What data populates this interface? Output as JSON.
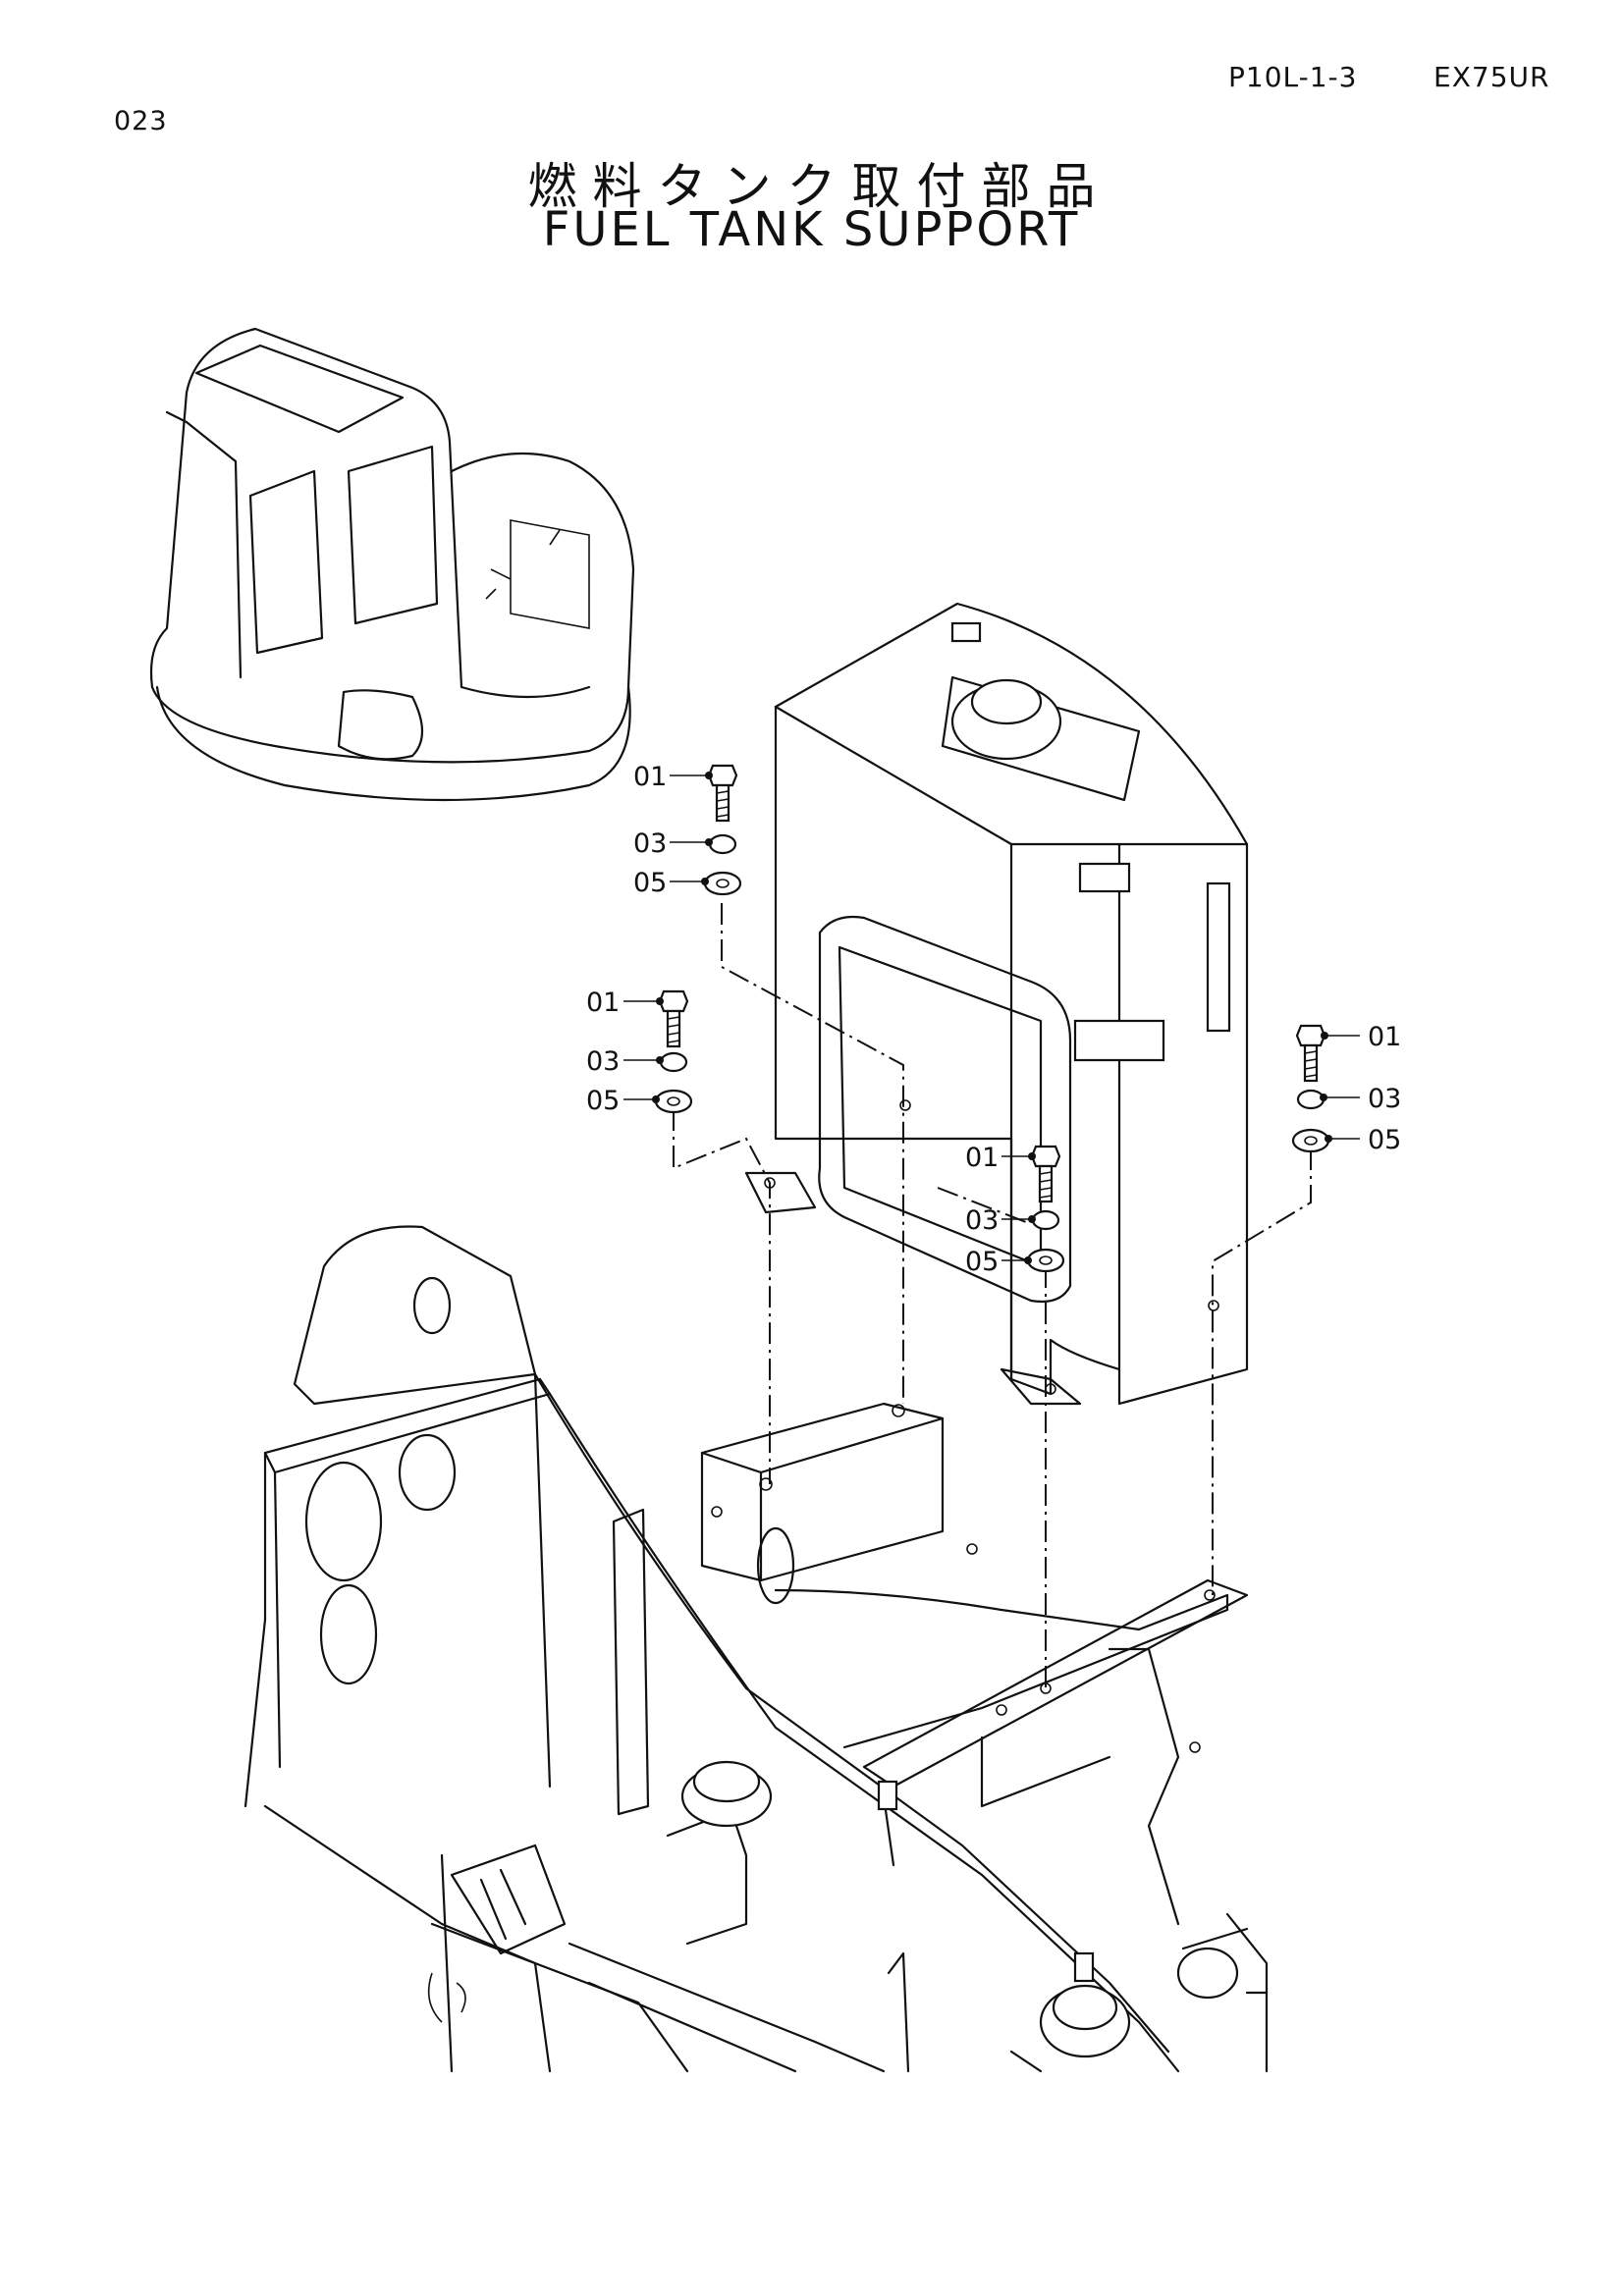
{
  "header": {
    "page_no": "023",
    "sheet_ref": "P10L-1-3",
    "model": "EX75UR"
  },
  "title": {
    "japanese": "燃料タンク取付部品",
    "english": "FUEL TANK SUPPORT"
  },
  "callouts": {
    "group_top_left": [
      "01",
      "03",
      "05"
    ],
    "group_mid_left": [
      "01",
      "03",
      "05"
    ],
    "group_center": [
      "01",
      "03",
      "05"
    ],
    "group_right": [
      "01",
      "03",
      "05"
    ]
  }
}
